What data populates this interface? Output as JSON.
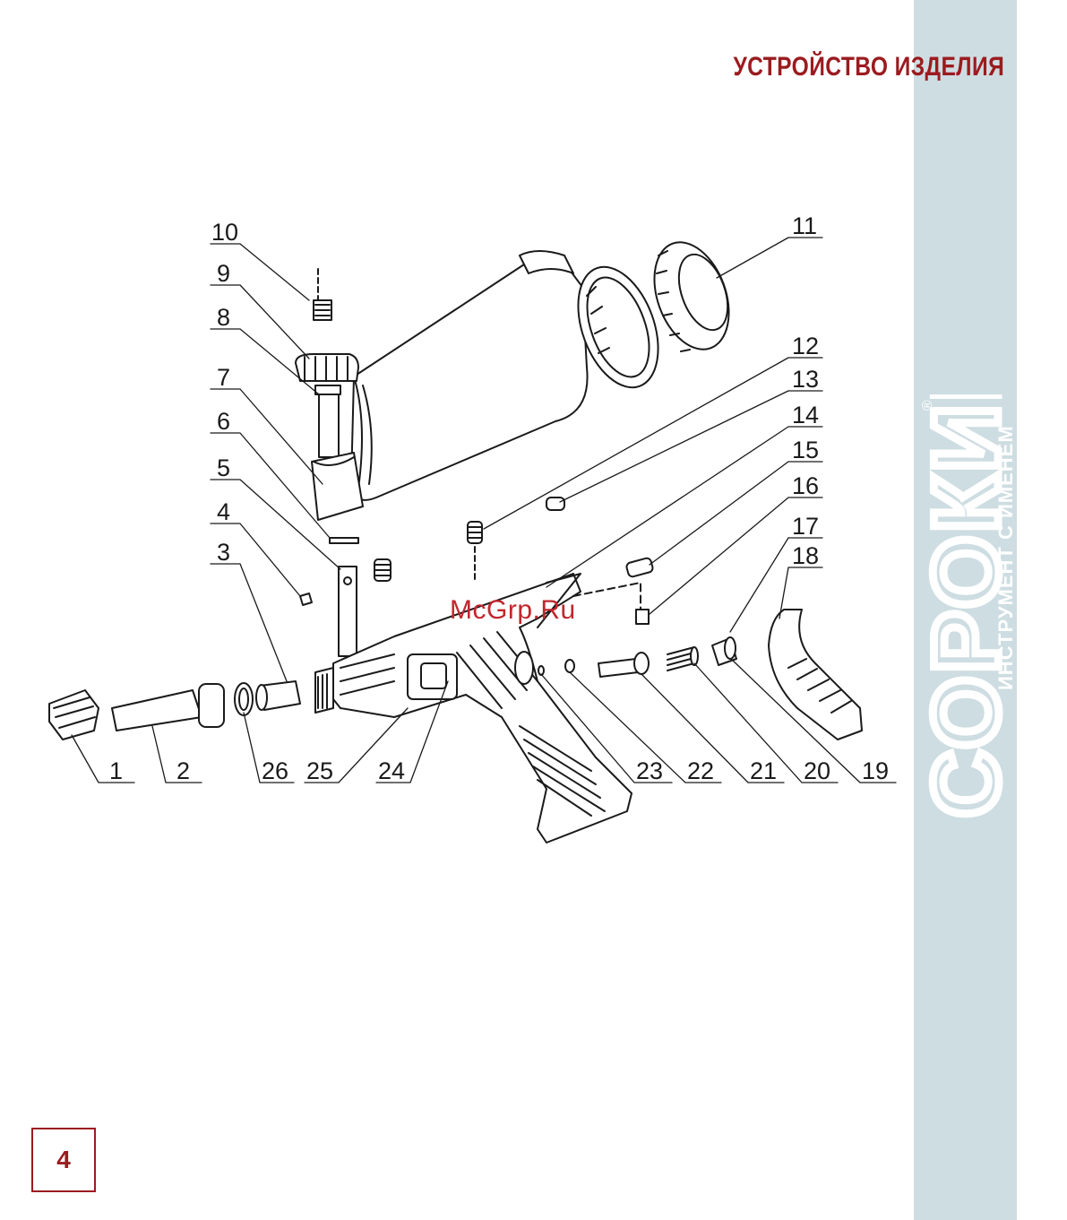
{
  "heading": "УСТРОЙСТВО ИЗДЕЛИЯ",
  "brand": {
    "logo_text": "СОРОКИН",
    "tagline": "ИНСТРУМЕНТ С ИМЕНЕМ",
    "registered_mark": "®"
  },
  "watermark": "McGrp.Ru",
  "page_number": "4",
  "part_labels": [
    "1",
    "2",
    "3",
    "4",
    "5",
    "6",
    "7",
    "8",
    "9",
    "10",
    "11",
    "12",
    "13",
    "14",
    "15",
    "16",
    "17",
    "18",
    "19",
    "20",
    "21",
    "22",
    "23",
    "24",
    "25",
    "26"
  ],
  "colors": {
    "accent": "#9b1b1f",
    "side_band": "#cddde2",
    "watermark": "#c0272d"
  }
}
